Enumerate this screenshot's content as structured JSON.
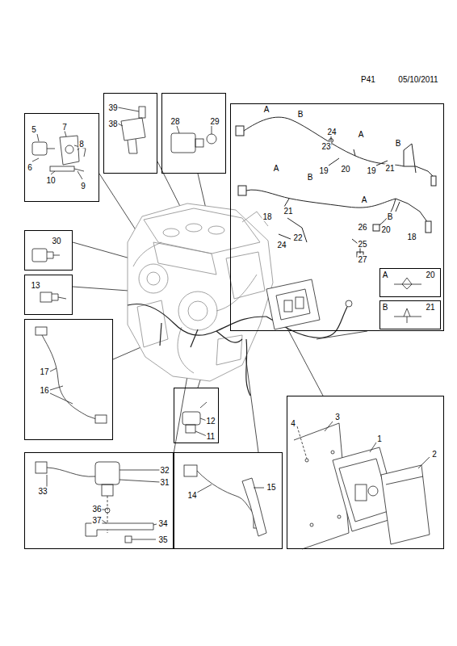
{
  "diagram": {
    "nodes": [
      {
        "text": [
          "39",
          "38"
        ]
      },
      {
        "text": [
          "28",
          "29"
        ]
      },
      {
        "text": [
          "A",
          "B",
          "24",
          "23",
          "A",
          "B",
          "19",
          "20",
          "19",
          "21",
          "A",
          "B",
          "21",
          "18",
          "A",
          "B",
          "20",
          "18",
          "24",
          "22",
          "26",
          "25",
          "27"
        ]
      },
      {
        "text": [
          "A",
          "20"
        ],
        "in": 2
      },
      {
        "text": [
          "B",
          "21"
        ],
        "in": 2
      },
      {
        "text": [
          "5",
          "7",
          "8",
          "6",
          "10",
          "9"
        ]
      },
      {
        "text": [
          "30"
        ]
      },
      {
        "text": [
          "13"
        ]
      },
      {
        "text": [
          "17",
          "16"
        ]
      },
      {
        "text": [
          "12",
          "11"
        ]
      },
      {
        "text": [
          "33",
          "32",
          "31",
          "36",
          "37",
          "34",
          "35"
        ]
      },
      {
        "text": [
          "14",
          "15"
        ]
      },
      {
        "text": [
          "4",
          "3",
          "1",
          "2"
        ]
      }
    ],
    "labels": [
      "P41",
      "05/10/2011"
    ]
  }
}
